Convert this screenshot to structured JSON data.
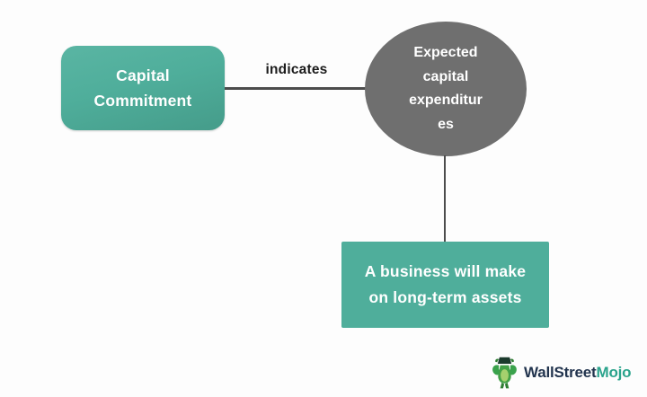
{
  "colors": {
    "bg": "#fdfdfd",
    "teal": "#4fae9b",
    "teal-light": "#5ab5a3",
    "teal-dark": "#459c8a",
    "gray-node": "#6f6f6f",
    "line": "#4c4c4c",
    "node-text": "#ffffff",
    "label-text": "#1b1b1b",
    "logo-navy": "#22344e",
    "logo-green": "#2aa38c",
    "bull-dark": "#1b3a2d",
    "bull-green": "#43a047",
    "bull-light": "#a5d06d"
  },
  "nodes": {
    "capital_commitment": {
      "lines": [
        "Capital",
        "Commitment"
      ]
    },
    "expected_capex": {
      "lines": [
        "Expected",
        "capital",
        "expenditur",
        "es"
      ]
    },
    "long_term_assets": {
      "lines": [
        "A business will make",
        "on long-term assets"
      ]
    }
  },
  "connectors": {
    "indicates_label": "indicates"
  },
  "logo": {
    "icon": "bull-icon",
    "brand_primary": "WallStreet",
    "brand_accent": "Mojo"
  }
}
